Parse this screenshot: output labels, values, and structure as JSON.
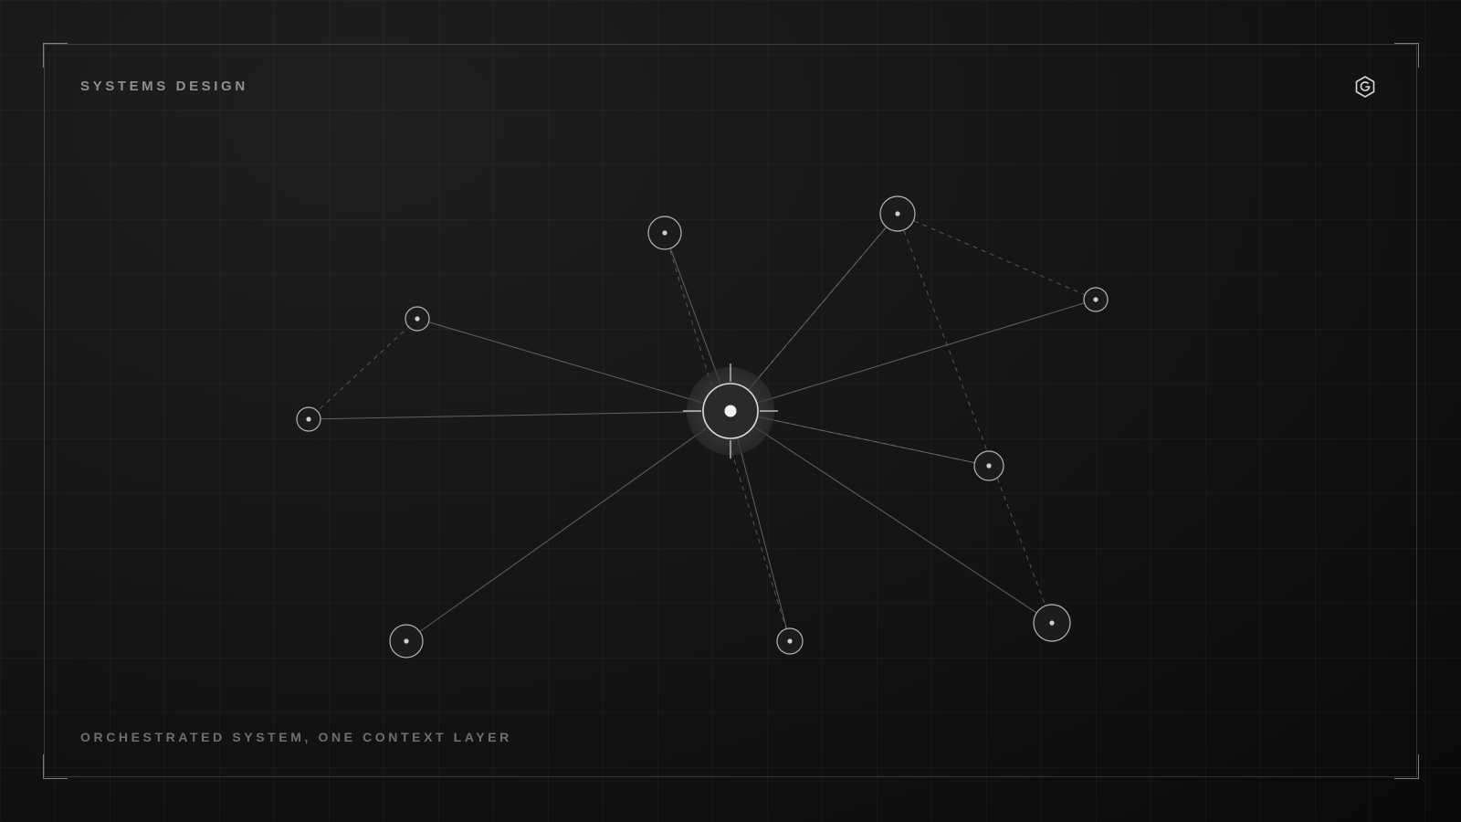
{
  "header": {
    "title": "SYSTEMS DESIGN"
  },
  "footer": {
    "caption": "ORCHESTRATED SYSTEM, ONE CONTEXT LAYER"
  },
  "logo": {
    "icon": "hexagon-g-logo-icon"
  },
  "colors": {
    "background": "#141414",
    "line": "#6e6e6e",
    "node_stroke": "#b5b5b5",
    "node_fill": "#1c1c1c",
    "hub_dot": "#f2f2f2"
  },
  "diagram": {
    "hub": {
      "id": "hub",
      "label": ""
    },
    "nodes": [
      {
        "id": "n1",
        "label": ""
      },
      {
        "id": "n2",
        "label": ""
      },
      {
        "id": "n3",
        "label": ""
      },
      {
        "id": "n4",
        "label": ""
      },
      {
        "id": "n5",
        "label": ""
      },
      {
        "id": "n6",
        "label": ""
      },
      {
        "id": "n7",
        "label": ""
      },
      {
        "id": "n8",
        "label": ""
      },
      {
        "id": "n9",
        "label": ""
      }
    ],
    "edges": [
      {
        "from": "hub",
        "to": "n1",
        "style": "solid"
      },
      {
        "from": "hub",
        "to": "n2",
        "style": "solid"
      },
      {
        "from": "hub",
        "to": "n3",
        "style": "solid"
      },
      {
        "from": "hub",
        "to": "n4",
        "style": "solid"
      },
      {
        "from": "hub",
        "to": "n5",
        "style": "solid"
      },
      {
        "from": "hub",
        "to": "n6",
        "style": "solid"
      },
      {
        "from": "hub",
        "to": "n7",
        "style": "solid"
      },
      {
        "from": "hub",
        "to": "n8",
        "style": "solid"
      },
      {
        "from": "hub",
        "to": "n9",
        "style": "solid"
      },
      {
        "from": "n1",
        "to": "n3",
        "style": "dashed"
      },
      {
        "from": "n2",
        "to": "n9",
        "style": "dashed"
      },
      {
        "from": "n4",
        "to": "n5",
        "style": "dashed"
      },
      {
        "from": "n4",
        "to": "n8",
        "style": "dashed"
      },
      {
        "from": "n4",
        "to": "hub",
        "style": "dashed"
      },
      {
        "from": "hub",
        "to": "n6",
        "style": "dashed"
      }
    ]
  }
}
